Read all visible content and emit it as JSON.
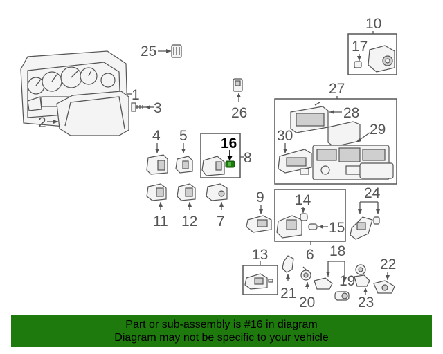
{
  "labels": {
    "c1": "1",
    "c2": "2",
    "c3": "3",
    "c4": "4",
    "c5": "5",
    "c6": "6",
    "c7": "7",
    "c8": "8",
    "c9": "9",
    "c10": "10",
    "c11": "11",
    "c12": "12",
    "c13": "13",
    "c14": "14",
    "c15": "15",
    "c16": "16",
    "c17": "17",
    "c18": "18",
    "c19": "19",
    "c20": "20",
    "c21": "21",
    "c22": "22",
    "c23": "23",
    "c24": "24",
    "c25": "25",
    "c26": "26",
    "c27": "27",
    "c28": "28",
    "c29": "29",
    "c30": "30"
  },
  "banner": {
    "line1": "Part or sub-assembly is #16 in diagram",
    "line2": "Diagram may not be specific to your vehicle",
    "color": "#1f7a0e"
  },
  "highlight_part_color": "#1f7a0e"
}
